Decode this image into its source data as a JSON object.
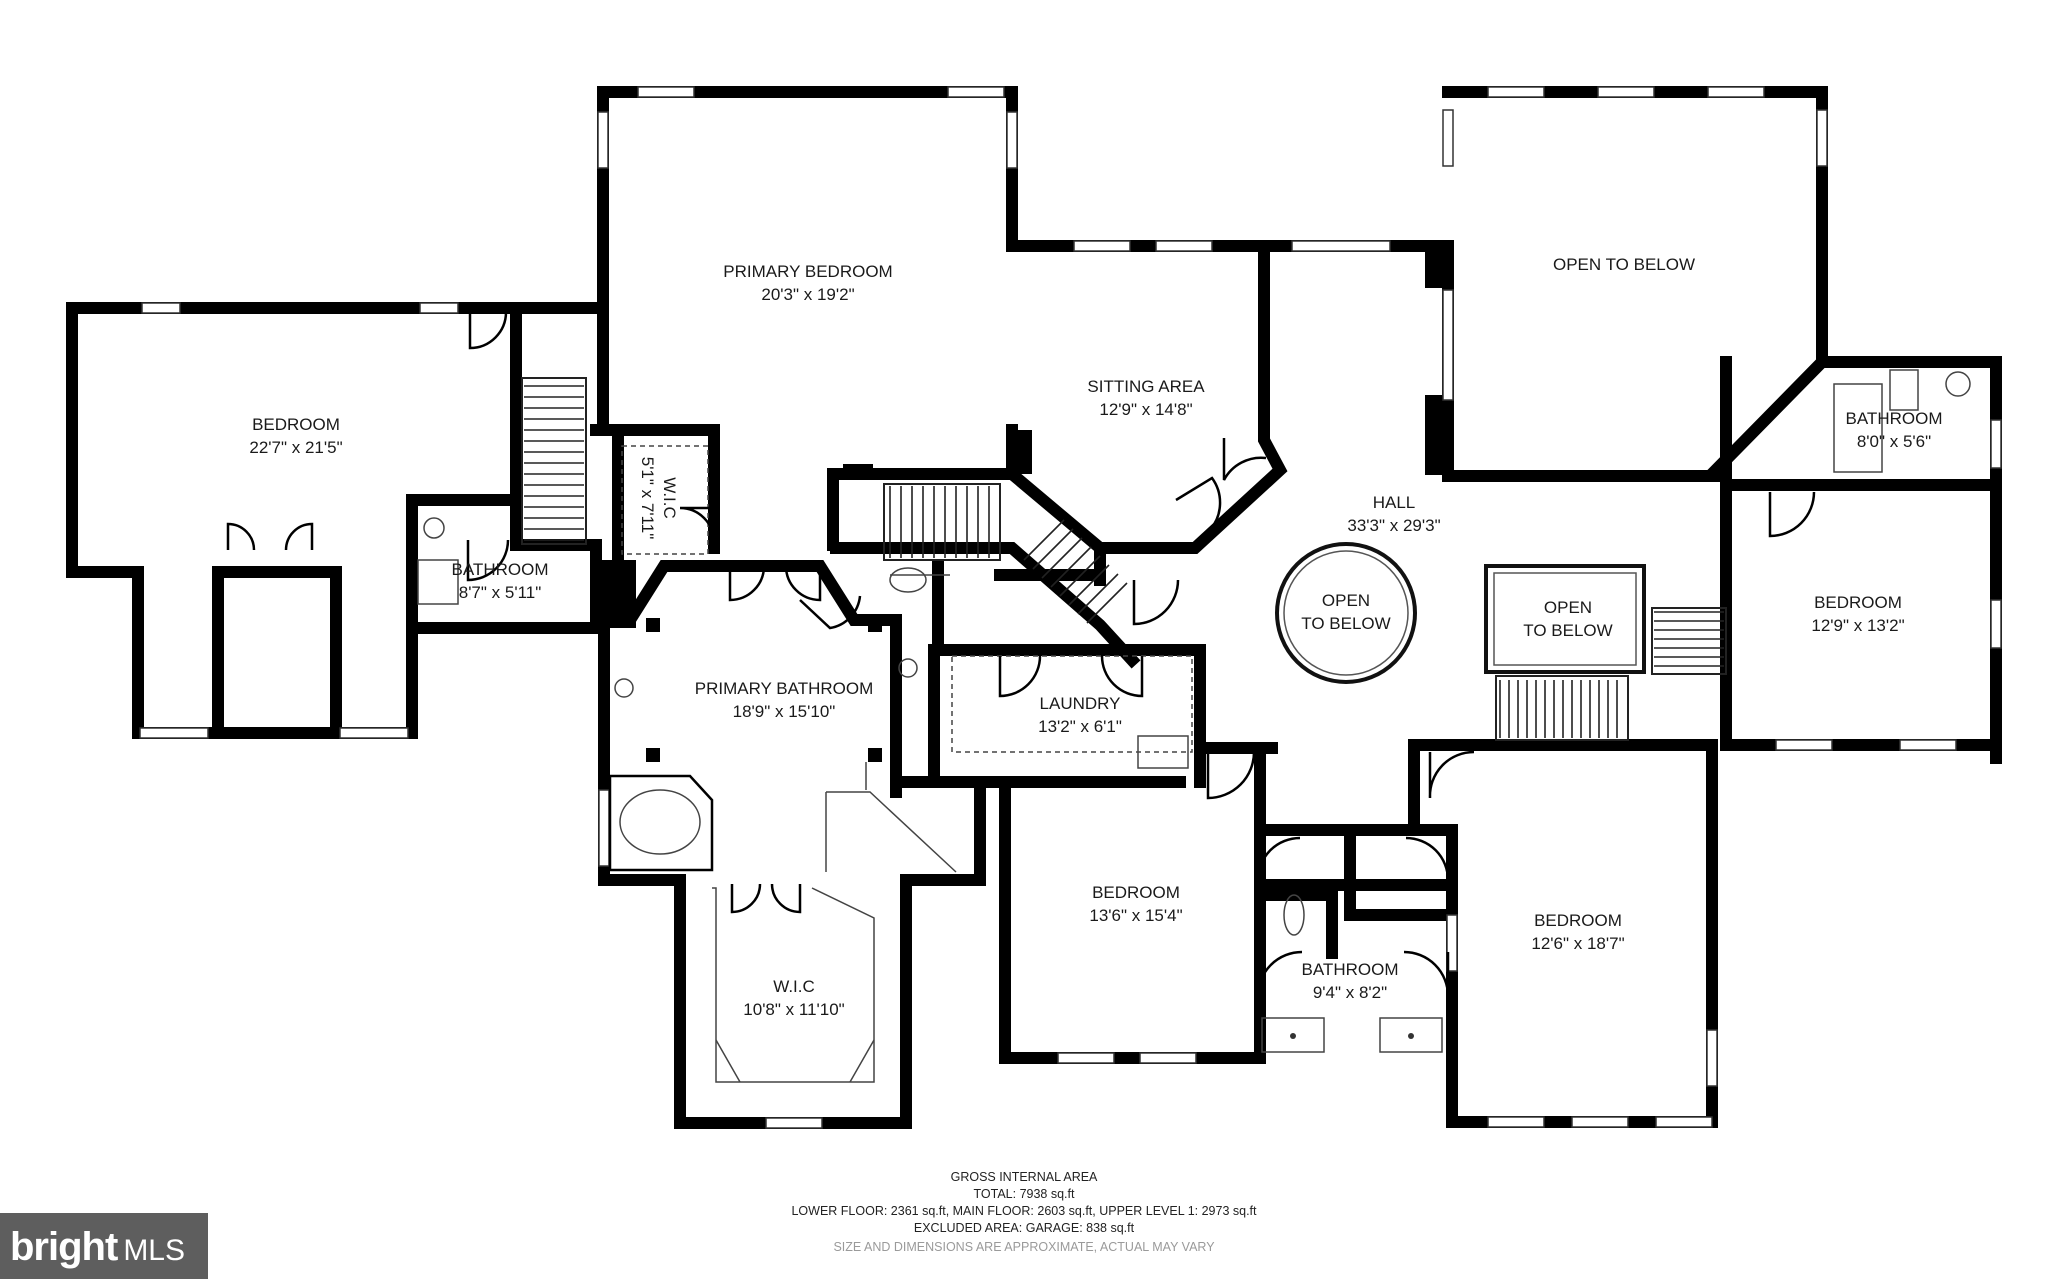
{
  "rooms": [
    {
      "name": "PRIMARY BEDROOM",
      "size": "20'3\" x 19'2\""
    },
    {
      "name": "BEDROOM",
      "size": "22'7\" x 21'5\""
    },
    {
      "name": "BATHROOM",
      "size": "8'7\" x 5'11\""
    },
    {
      "name": "SITTING AREA",
      "size": "12'9\" x 14'8\""
    },
    {
      "name": "OPEN TO BELOW",
      "size": ""
    },
    {
      "name": "HALL",
      "size": "33'3\" x 29'3\""
    },
    {
      "name": "OPEN",
      "size": "TO BELOW"
    },
    {
      "name": "OPEN",
      "size": "TO BELOW"
    },
    {
      "name": "BATHROOM",
      "size": "8'0\" x 5'6\""
    },
    {
      "name": "BEDROOM",
      "size": "12'9\" x 13'2\""
    },
    {
      "name": "PRIMARY BATHROOM",
      "size": "18'9\" x 15'10\""
    },
    {
      "name": "LAUNDRY",
      "size": "13'2\" x 6'1\""
    },
    {
      "name": "W.I.C",
      "size": "10'8\" x 11'10\""
    },
    {
      "name": "BEDROOM",
      "size": "13'6\" x 15'4\""
    },
    {
      "name": "BATHROOM",
      "size": "9'4\" x 8'2\""
    },
    {
      "name": "BEDROOM",
      "size": "12'6\" x 18'7\""
    }
  ],
  "wic_small": {
    "name": "W.I.C",
    "size": "5'1\" x 7'11\""
  },
  "footer": {
    "line1": "GROSS INTERNAL AREA",
    "line2": "TOTAL: 7938 sq.ft",
    "line3": "LOWER FLOOR: 2361 sq.ft, MAIN FLOOR: 2603 sq.ft, UPPER LEVEL 1: 2973 sq.ft",
    "line4": "EXCLUDED AREA: GARAGE: 838 sq.ft",
    "line5": "SIZE AND DIMENSIONS ARE APPROXIMATE, ACTUAL MAY VARY"
  },
  "watermark": {
    "brand": "bright",
    "suffix": "MLS"
  },
  "colors": {
    "wall": "#000000",
    "background": "#ffffff",
    "watermark_bg": "#5e5e5e"
  }
}
